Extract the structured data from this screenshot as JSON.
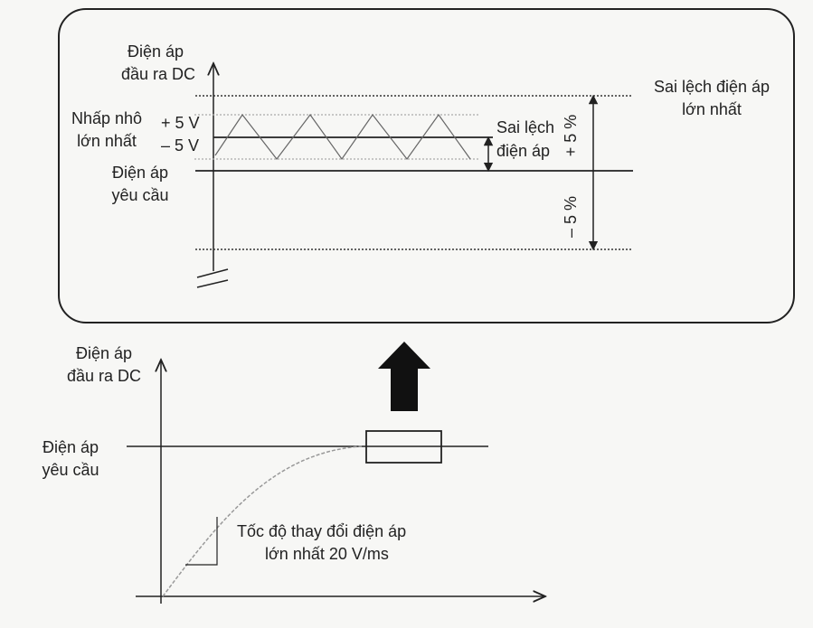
{
  "top": {
    "axis_label": [
      "Điện áp",
      "đầu ra DC"
    ],
    "ripple_label": [
      "Nhấp nhô",
      "lớn nhất"
    ],
    "plus_5v": "+ 5 V",
    "minus_5v": "– 5 V",
    "required_label": [
      "Điện áp",
      "yêu cầu"
    ],
    "deviation_label": [
      "Sai lệch",
      "điện áp"
    ],
    "plus_5pct": "+ 5 %",
    "minus_5pct": "– 5 %",
    "max_deviation_label": [
      "Sai lệch điện áp",
      "lớn nhất"
    ]
  },
  "bottom": {
    "axis_label": [
      "Điện áp",
      "đầu ra DC"
    ],
    "required_label": [
      "Điện áp",
      "yêu cầu"
    ],
    "slope_label": [
      "Tốc độ thay đổi điện áp",
      "lớn nhất 20 V/ms"
    ]
  },
  "colors": {
    "line": "#222222",
    "faint": "#999999",
    "background": "#f7f7f5"
  }
}
